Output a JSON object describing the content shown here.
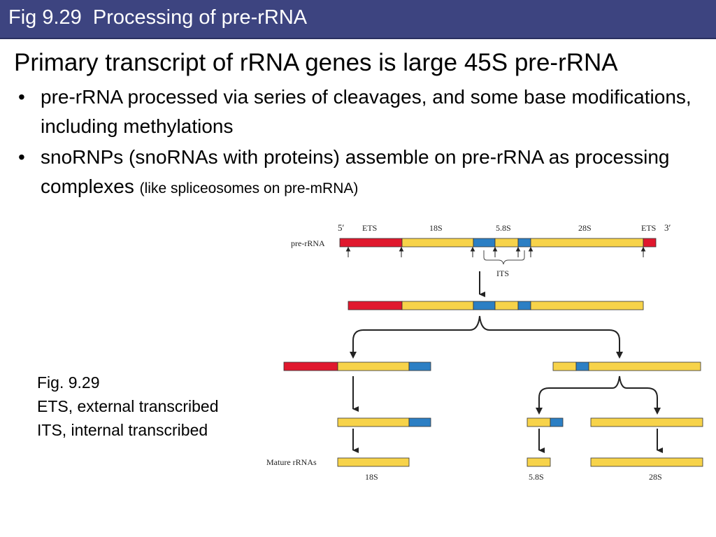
{
  "slide": {
    "title": "Fig 9.29  Processing of pre-rRNA",
    "heading": "Primary transcript of rRNA genes is large 45S pre-rRNA",
    "bullets": [
      {
        "text": "pre-rRNA processed via series of cleavages, and some base modifications, including methylations",
        "note": ""
      },
      {
        "text": "snoRNPs (snoRNAs with proteins) assemble on pre-rRNA as processing complexes",
        "note": "(like spliceosomes on pre-mRNA)"
      }
    ],
    "bullet_marker": "•",
    "caption": [
      "Fig. 9.29",
      "ETS, external transcribed",
      "ITS, internal transcribed"
    ]
  },
  "diagram": {
    "labels": {
      "five_prime": "5′",
      "three_prime": "3′",
      "ets_left": "ETS",
      "s18_top": "18S",
      "s58_top": "5.8S",
      "s28_top": "28S",
      "ets_right": "ETS",
      "pre_rrna": "pre-rRNA",
      "its": "ITS",
      "mature": "Mature rRNAs",
      "s18_bottom": "18S",
      "s58_bottom": "5.8S",
      "s28_bottom": "28S"
    },
    "colors": {
      "ets": "#e0182e",
      "mature": "#f7d34a",
      "its": "#2c7fc4",
      "outline": "#333333",
      "arrow": "#222222"
    }
  }
}
